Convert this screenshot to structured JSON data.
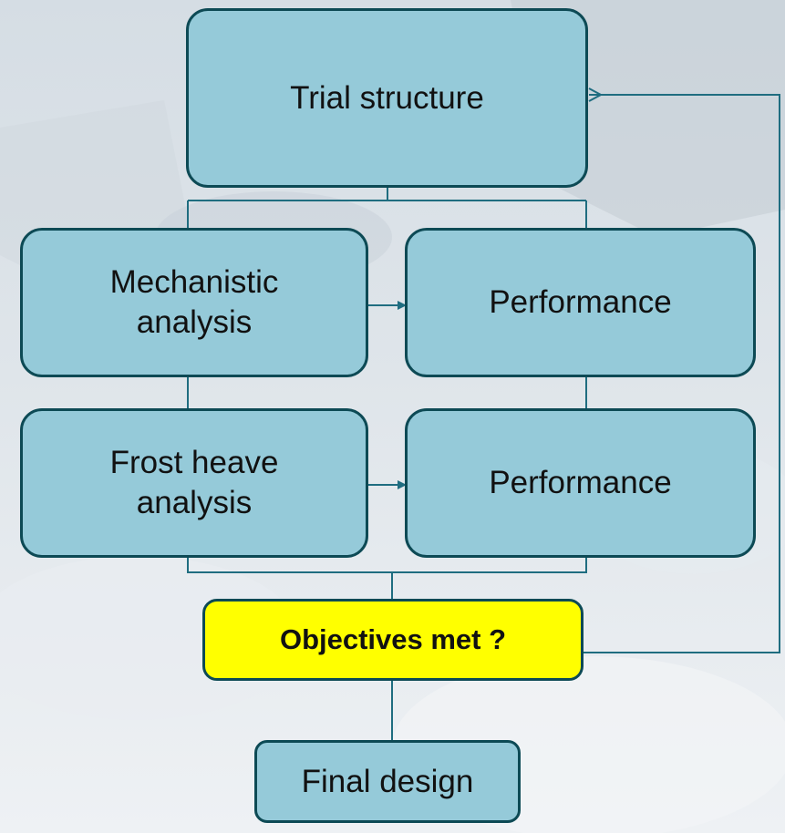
{
  "diagram": {
    "nodes": {
      "trial_structure": {
        "label": "Trial structure"
      },
      "mechanistic_analysis": {
        "line1": "Mechanistic",
        "line2": "analysis"
      },
      "performance_1": {
        "label": "Performance"
      },
      "frost_heave_analysis": {
        "line1": "Frost heave",
        "line2": "analysis"
      },
      "performance_2": {
        "label": "Performance"
      },
      "objectives_met": {
        "label": "Objectives met ?"
      },
      "final_design": {
        "label": "Final design"
      }
    },
    "edges": [
      {
        "from": "trial_structure",
        "to": "mechanistic_analysis"
      },
      {
        "from": "trial_structure",
        "to": "performance_1"
      },
      {
        "from": "mechanistic_analysis",
        "to": "performance_1",
        "arrow": true
      },
      {
        "from": "mechanistic_analysis",
        "to": "frost_heave_analysis"
      },
      {
        "from": "performance_1",
        "to": "performance_2"
      },
      {
        "from": "frost_heave_analysis",
        "to": "performance_2",
        "arrow": true
      },
      {
        "from": "frost_heave_analysis",
        "to": "objectives_met"
      },
      {
        "from": "performance_2",
        "to": "objectives_met"
      },
      {
        "from": "objectives_met",
        "to": "final_design"
      },
      {
        "from": "objectives_met",
        "to": "trial_structure",
        "arrow": true
      }
    ]
  },
  "colors": {
    "box_fill": "#95cad9",
    "box_border": "#0d4a55",
    "decision_fill": "#ffff00",
    "connector": "#1f6d80"
  }
}
